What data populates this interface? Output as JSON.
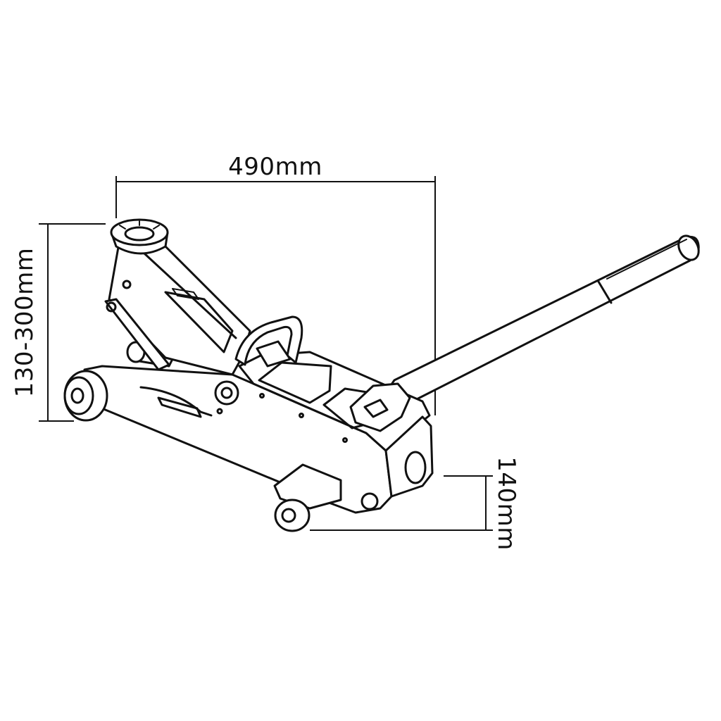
{
  "dimensions": {
    "length": "490mm",
    "lift_range": "130-300mm",
    "height": "140mm"
  },
  "colors": {
    "ink": "#111111",
    "background": "#ffffff"
  }
}
